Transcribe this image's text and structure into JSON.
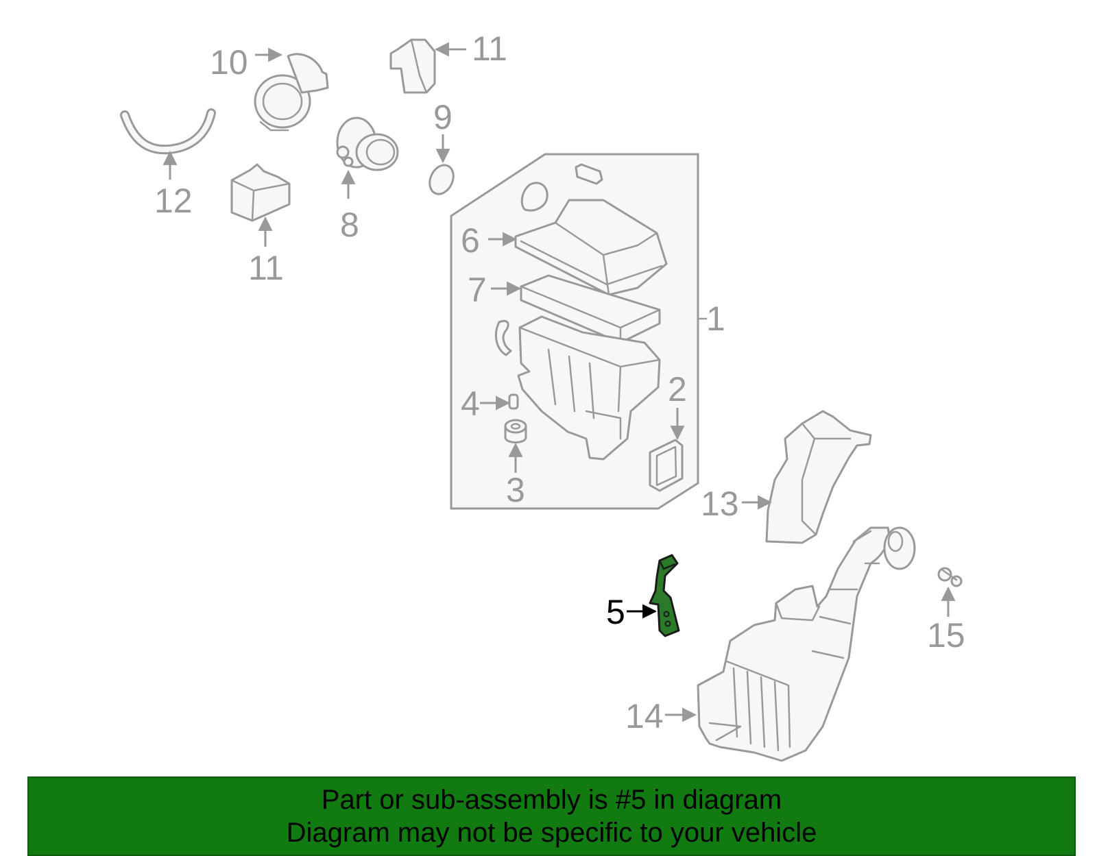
{
  "colors": {
    "part_stroke": "#999999",
    "part_fill": "#f7f7f7",
    "highlight_fill": "#2a7a2a",
    "highlight_stroke": "#1a1a1a",
    "banner_bg": "#117a11",
    "banner_text": "#000000"
  },
  "highlighted_part": "5",
  "callouts": {
    "c1": "1",
    "c2": "2",
    "c3": "3",
    "c4": "4",
    "c5": "5",
    "c6": "6",
    "c7": "7",
    "c8": "8",
    "c9": "9",
    "c10": "10",
    "c11a": "11",
    "c11b": "11",
    "c12": "12",
    "c13": "13",
    "c14": "14",
    "c15": "15"
  },
  "banner": {
    "line1": "Part or sub-assembly is #5 in diagram",
    "line2": "Diagram may not be specific to your vehicle"
  }
}
